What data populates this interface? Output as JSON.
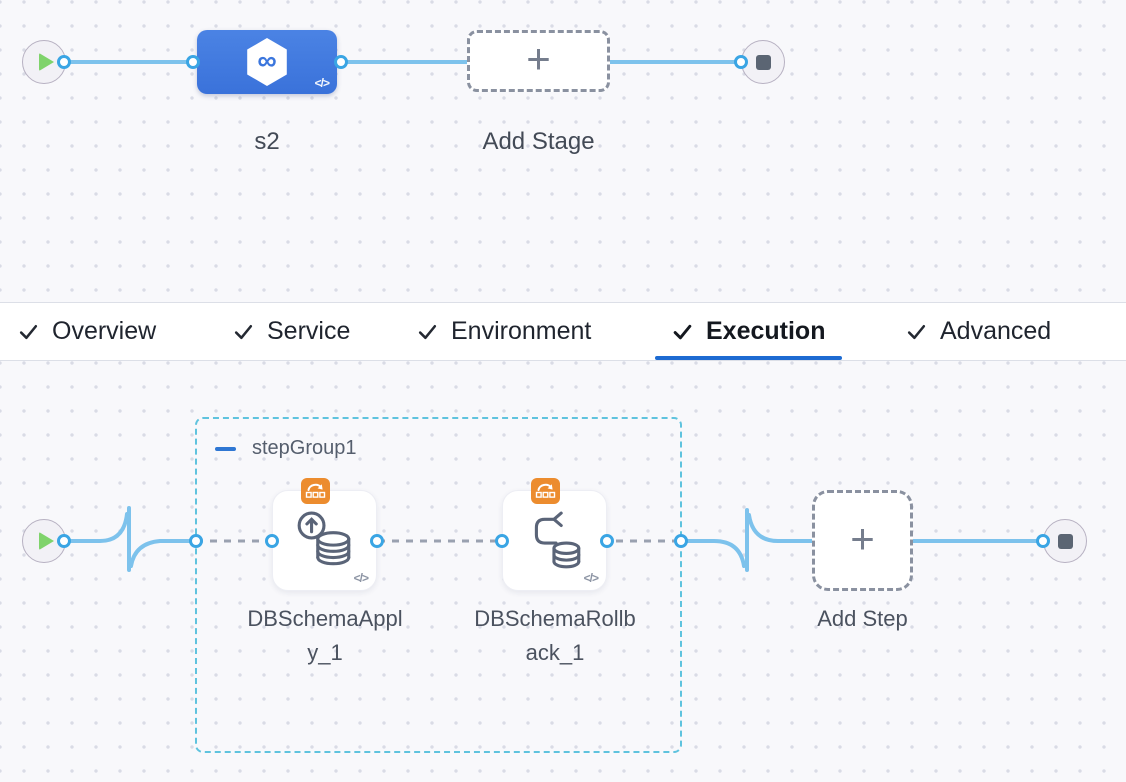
{
  "stage_pipeline": {
    "stage": {
      "name": "s2",
      "code_badge": "</>"
    },
    "add_stage_label": "Add Stage",
    "plus": "+"
  },
  "tabs": {
    "items": [
      {
        "label": "Overview",
        "checked": true
      },
      {
        "label": "Service",
        "checked": true
      },
      {
        "label": "Environment",
        "checked": true
      },
      {
        "label": "Execution",
        "checked": true
      },
      {
        "label": "Advanced",
        "checked": true
      }
    ],
    "active": "Execution"
  },
  "execution": {
    "step_group": {
      "name": "stepGroup1"
    },
    "steps": [
      {
        "name": "DBSchemaApply_1",
        "code_badge": "</>",
        "icon": "db-schema-apply",
        "badge_icon": "rolling-strategy"
      },
      {
        "name": "DBSchemaRollback_1",
        "code_badge": "</>",
        "icon": "db-schema-rollback",
        "badge_icon": "rolling-strategy"
      }
    ],
    "add_step_label": "Add Step",
    "plus": "+"
  },
  "colors": {
    "canvas_bg": "#f8f8fb",
    "stage_node_blue": "#3f7ade",
    "link_blue": "#7dc2ec",
    "port_blue": "#3aa5e4",
    "dashed_link_grey": "#9aa1b0",
    "group_border_teal": "#5fc3de",
    "badge_orange": "#ec8c2e",
    "tab_underline_blue": "#1d6bd2",
    "play_green": "#7fd36b",
    "stop_grey": "#5b6573"
  }
}
